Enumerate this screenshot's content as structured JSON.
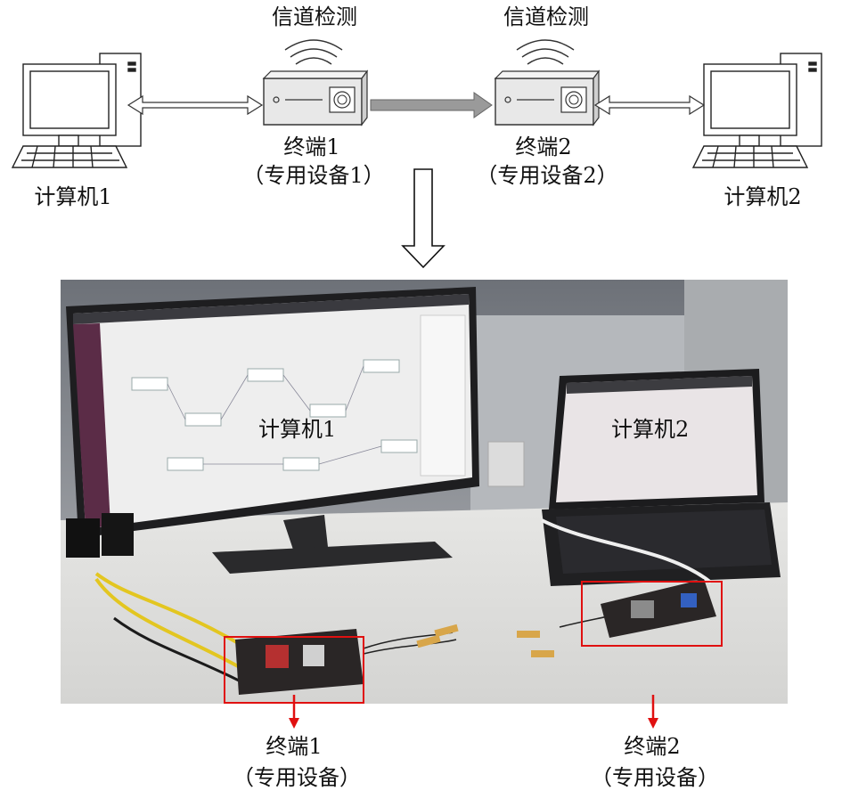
{
  "diagram": {
    "top": {
      "channel_detect_1": "信道检测",
      "channel_detect_2": "信道检测",
      "terminal1_name": "终端1",
      "terminal1_sub": "（专用设备1）",
      "terminal2_name": "终端2",
      "terminal2_sub": "（专用设备2）",
      "computer1": "计算机1",
      "computer2": "计算机2"
    },
    "photo": {
      "computer1_overlay": "计算机1",
      "computer2_overlay": "计算机2"
    },
    "bottom": {
      "terminal1_name": "终端1",
      "terminal1_sub": "（专用设备）",
      "terminal2_name": "终端2",
      "terminal2_sub": "（专用设备）"
    }
  },
  "colors": {
    "highlight_box": "#e01010",
    "arrow_gray": "#9a9a9a",
    "device_body": "#e8e8e8"
  },
  "icons": [
    "desktop-computer-icon",
    "terminal-device-icon",
    "wireless-signal-icon",
    "down-arrow-icon"
  ]
}
